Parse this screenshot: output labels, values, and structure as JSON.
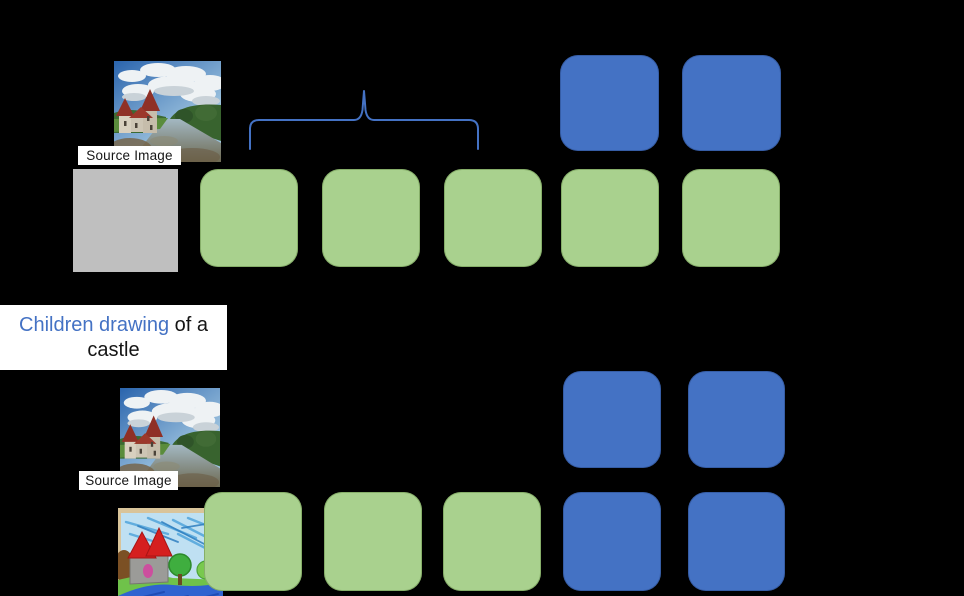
{
  "figure": {
    "background": "#000000",
    "colors": {
      "latent_green": "#a9d18e",
      "latent_blue": "#4472c4",
      "gray_placeholder": "#bfbfbf",
      "brace_blue": "#4472c4",
      "prompt_highlight_blue": "#4472c4"
    },
    "top_section": {
      "source_image_label": "Source Image",
      "green_block_count": 5,
      "blue_block_count": 2,
      "gray_block_count": 1
    },
    "bottom_section": {
      "prompt_line1_highlight": "Children drawing",
      "prompt_line1_rest": " of a",
      "prompt_line2": "castle",
      "source_image_label": "Source Image",
      "green_block_count": 3,
      "blue_block_count": 4
    }
  }
}
